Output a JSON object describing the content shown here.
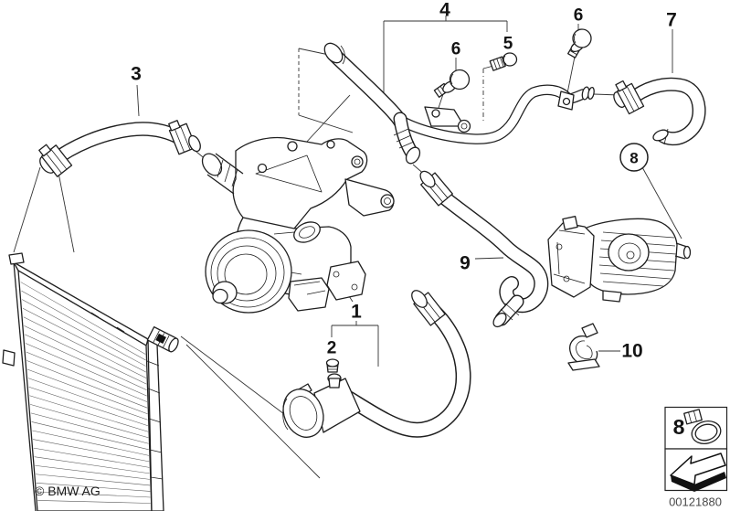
{
  "diagram": {
    "callouts": {
      "1": "1",
      "2": "2",
      "3": "3",
      "4": "4",
      "5": "5",
      "6a": "6",
      "6b": "6",
      "7": "7",
      "8": "8",
      "9": "9",
      "10": "10"
    },
    "legend": {
      "clamp_number": "8"
    },
    "footer": {
      "copyright": "© BMW AG",
      "image_number": "00121880"
    }
  }
}
